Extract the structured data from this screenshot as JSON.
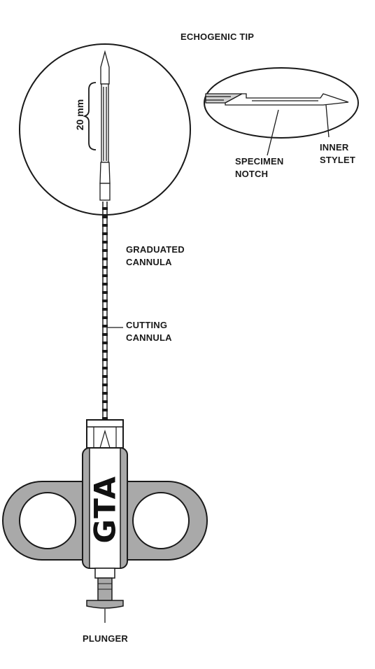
{
  "labels": {
    "echogenic_tip": "ECHOGENIC TIP",
    "dimension": "20 mm",
    "specimen_notch_line1": "SPECIMEN",
    "specimen_notch_line2": "NOTCH",
    "inner_stylet_line1": "INNER",
    "inner_stylet_line2": "STYLET",
    "graduated_cannula_line1": "GRADUATED",
    "graduated_cannula_line2": "CANNULA",
    "cutting_cannula_line1": "CUTTING",
    "cutting_cannula_line2": "CANNULA",
    "plunger": "PLUNGER",
    "brand": "GTA"
  },
  "colors": {
    "line": "#1a1a1a",
    "handle_fill": "#a9a9a9",
    "body_fill": "#ffffff"
  }
}
